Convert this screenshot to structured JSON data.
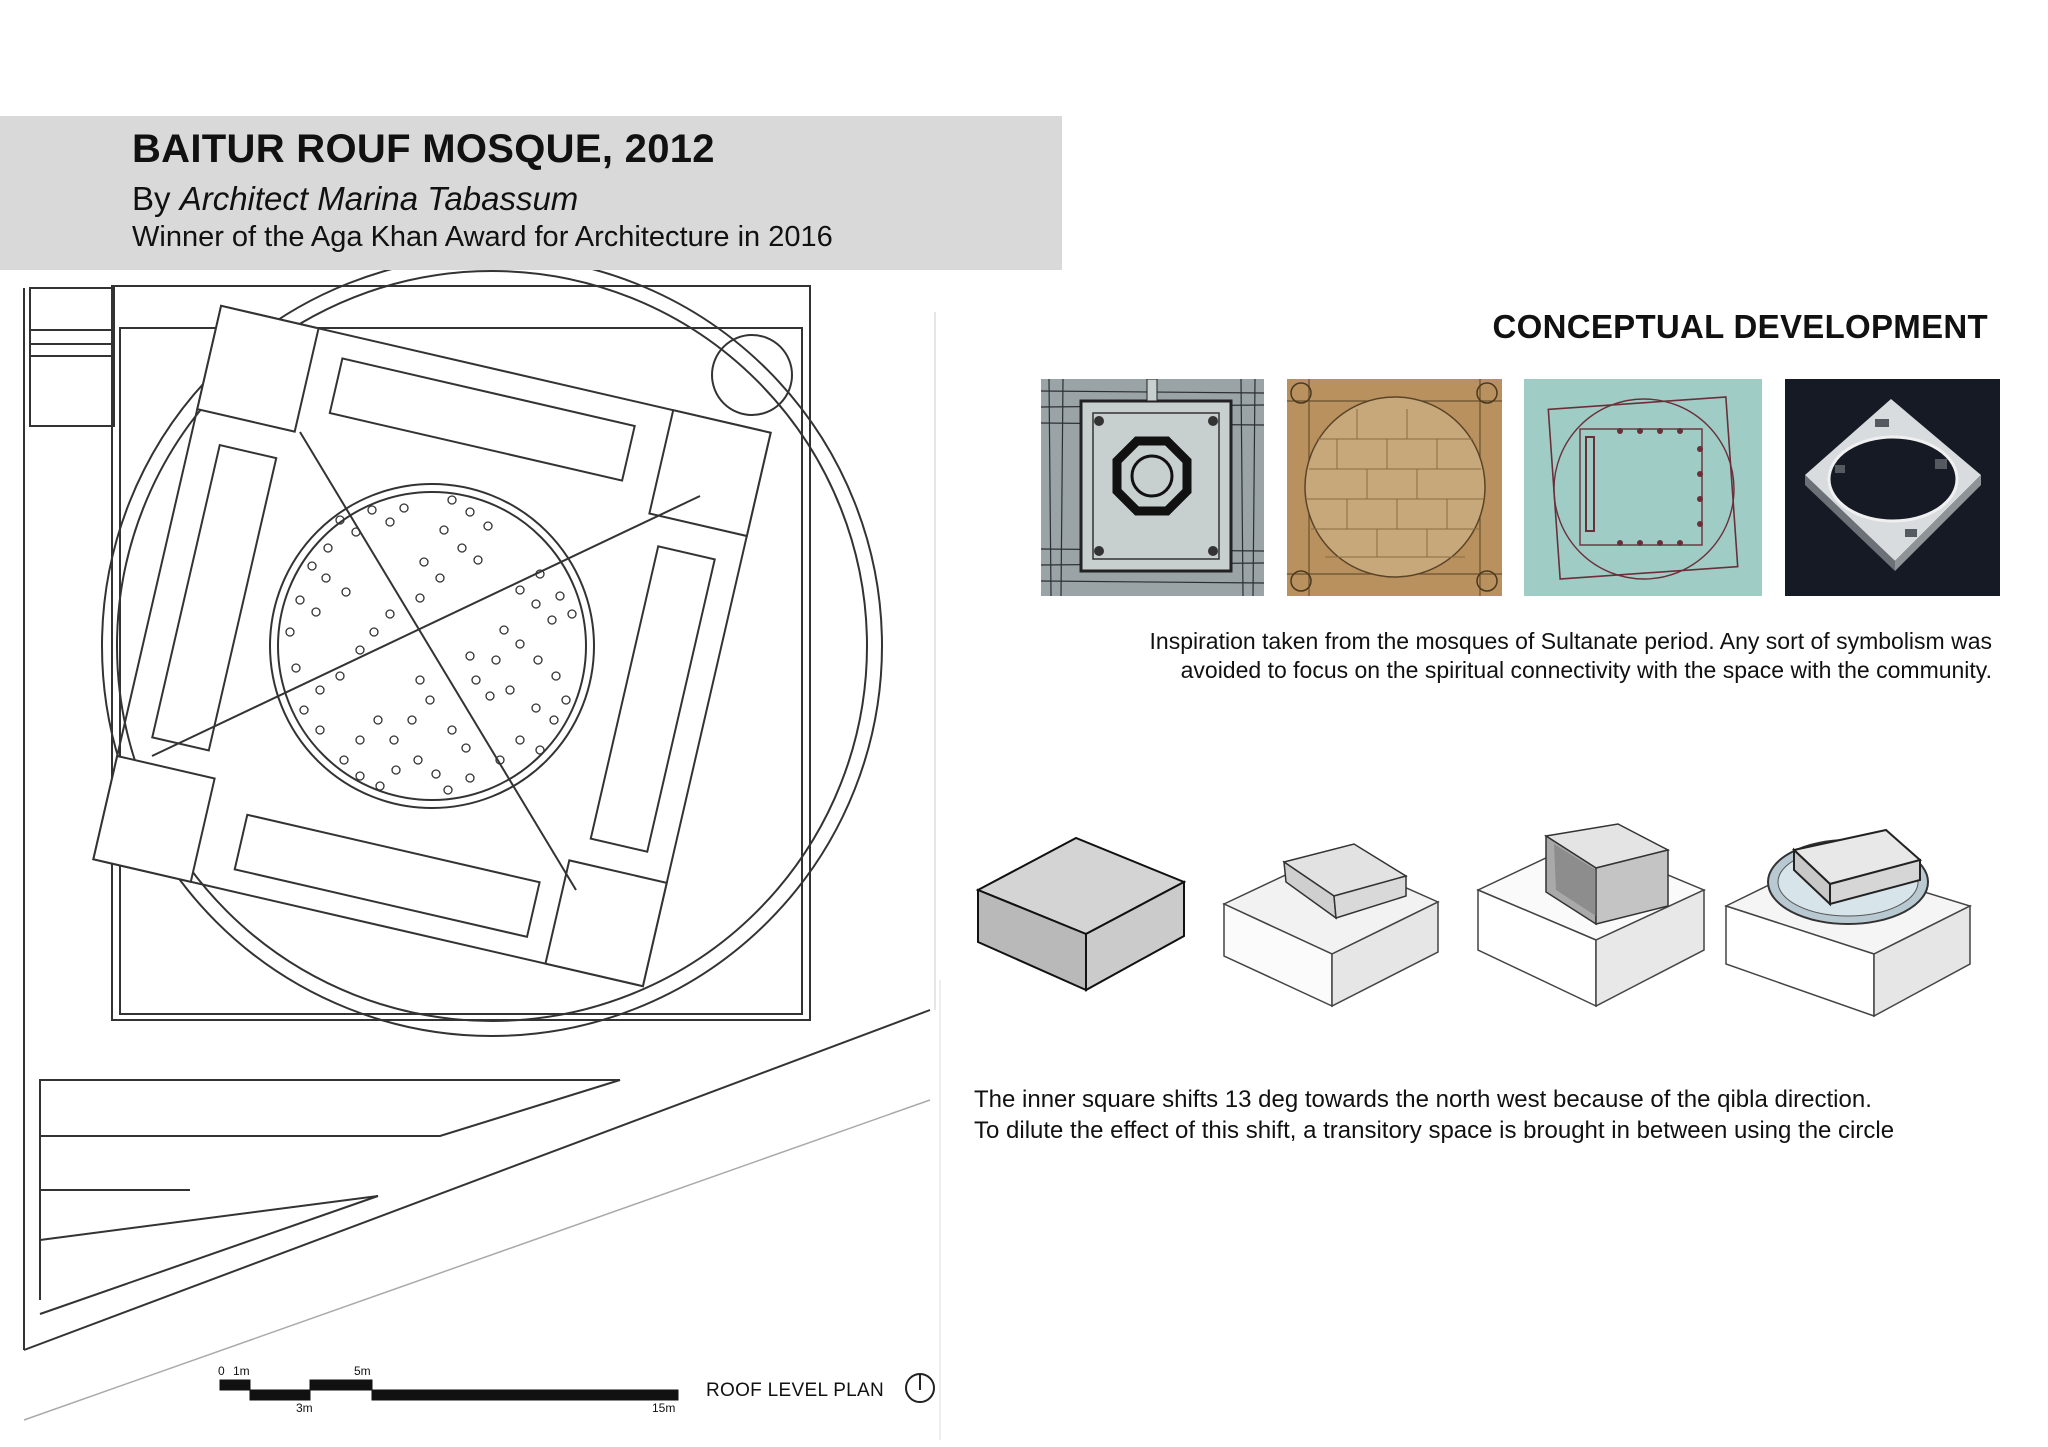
{
  "header": {
    "title": "BAITUR ROUF MOSQUE, 2012",
    "by_prefix": "By ",
    "architect": "Architect Marina Tabassum",
    "award": "Winner of the Aga Khan Award for Architecture in 2016"
  },
  "plan": {
    "label": "ROOF LEVEL PLAN",
    "scale_labels": [
      "0",
      "1m",
      "3m",
      "5m",
      "15m"
    ],
    "north_icon": "north-arrow-icon"
  },
  "concept": {
    "heading": "CONCEPTUAL DEVELOPMENT",
    "sketches": [
      "plan-sketch-octagon",
      "plan-sketch-brick",
      "plan-sketch-rotated-square",
      "model-photo-dark"
    ],
    "paragraph_line1": "Inspiration taken from the mosques of Sultanate period. Any sort of symbolism was",
    "paragraph_line2": "avoided to focus on the spiritual connectivity with the space with the community."
  },
  "shift": {
    "line1": "The inner square shifts 13 deg  towards the north west because of the qibla direction.",
    "line2": "To dilute the effect of this shift, a transitory space is brought in between using the circle"
  },
  "colors": {
    "header_band": "#d9d9d9",
    "sketch2_bg": "#b8915e",
    "sketch3_bg": "#9fcdc6",
    "sketch4_bg": "#151a24"
  }
}
